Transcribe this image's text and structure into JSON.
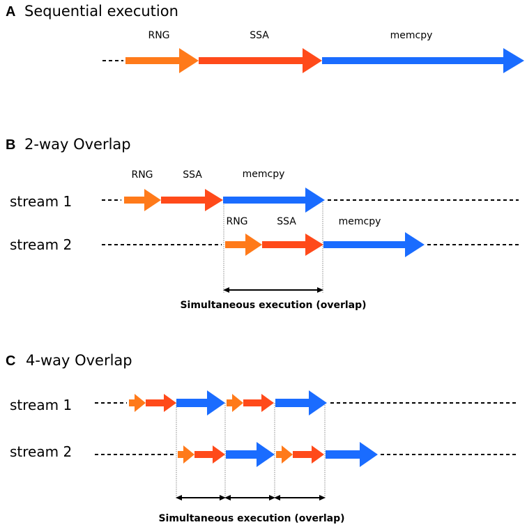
{
  "colors": {
    "rng": "#ff7a1a",
    "ssa": "#ff4a1a",
    "memcpy": "#1a6cff"
  },
  "sections": {
    "a": {
      "letter": "A",
      "title": "Sequential execution"
    },
    "b": {
      "letter": "B",
      "title": "2-way Overlap"
    },
    "c": {
      "letter": "C",
      "title": "4-way Overlap"
    }
  },
  "ops": {
    "rng": "RNG",
    "ssa": "SSA",
    "memcpy": "memcpy"
  },
  "streams": {
    "s1": "stream 1",
    "s2": "stream 2"
  },
  "caption": "Simultaneous execution (overlap)"
}
